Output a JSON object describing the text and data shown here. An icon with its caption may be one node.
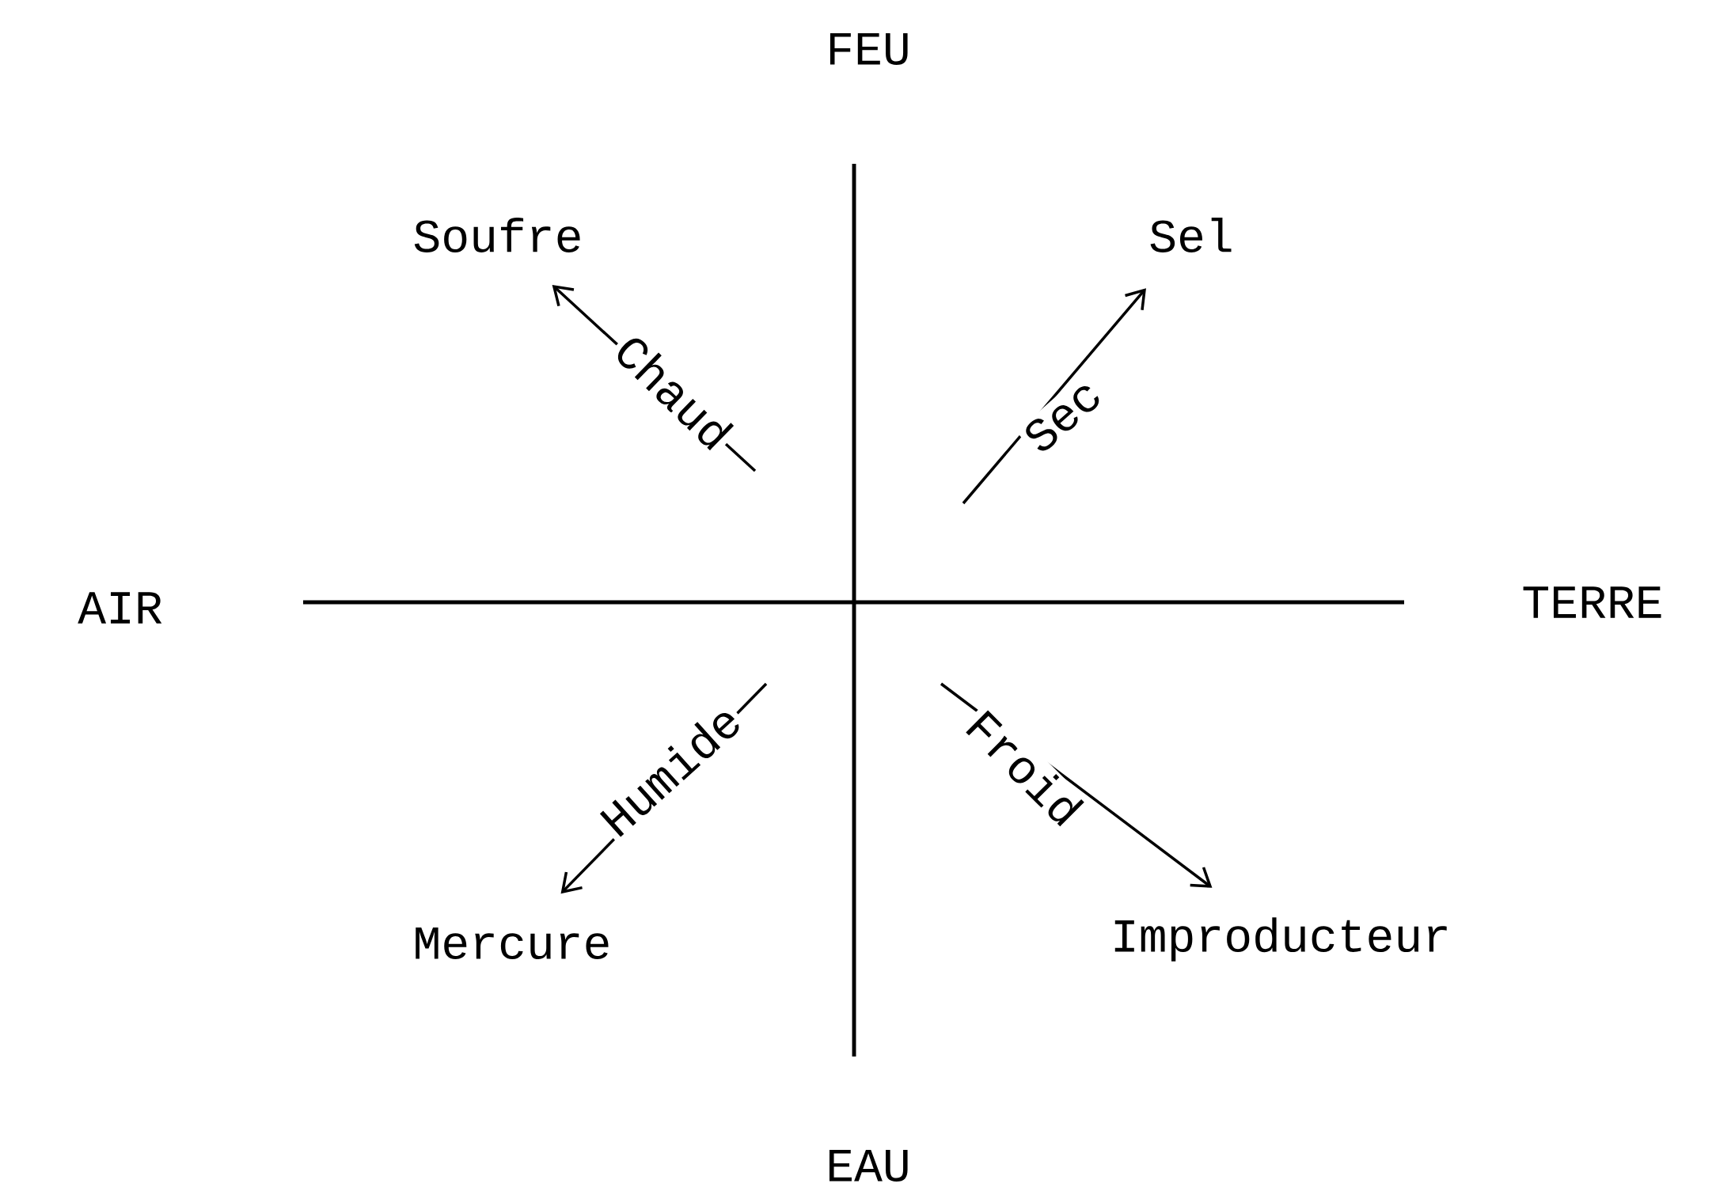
{
  "diagram": {
    "nodes": [
      {
        "text": [
          "Soufre"
        ]
      },
      {
        "text": [
          "Sel"
        ]
      },
      {
        "text": [
          "Mercure"
        ]
      },
      {
        "text": [
          "Improducteur"
        ]
      }
    ],
    "edges": [
      {
        "from": null,
        "to": 0,
        "arrow": "to",
        "label": "Chaud"
      },
      {
        "from": null,
        "to": 1,
        "arrow": "to",
        "label": "Sec"
      },
      {
        "from": null,
        "to": 2,
        "arrow": "to",
        "label": "Humide"
      },
      {
        "from": null,
        "to": 3,
        "arrow": "to",
        "label": "Froid"
      }
    ],
    "labels": [
      "FEU",
      "AIR",
      "TERRE",
      "EAU"
    ]
  }
}
